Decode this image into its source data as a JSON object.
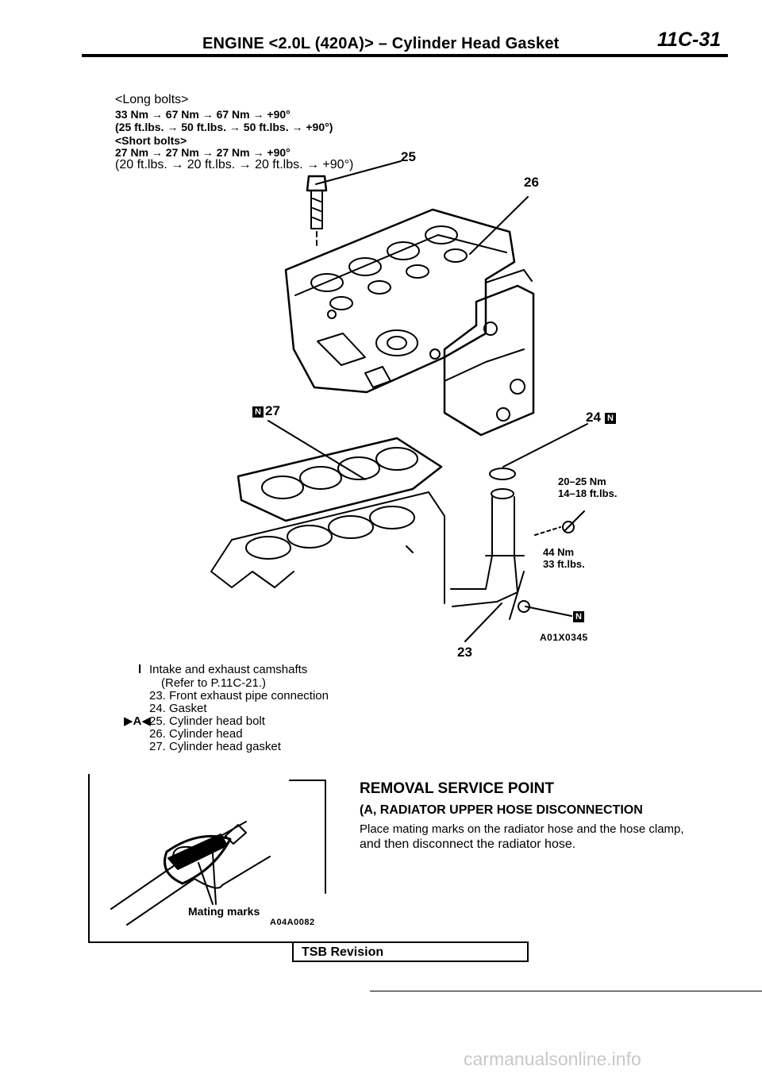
{
  "header": {
    "title": "ENGINE <2.0L (420A)> – Cylinder Head Gasket",
    "page_number": "11C-31"
  },
  "torque_specs": {
    "long_label": "<Long bolts>",
    "long_nm": "33 Nm → 67 Nm → 67 Nm → +90°",
    "long_ftlbs": "(25 ft.lbs. → 50 ft.lbs. → 50 ft.lbs. → +90°)",
    "short_label": "<Short bolts>",
    "short_nm": "27 Nm → 27 Nm → 27 Nm → +90°",
    "short_ftlbs": "(20 ft.lbs. → 20 ft.lbs. → 20 ft.lbs. → +90°)"
  },
  "callouts": {
    "c25": "25",
    "c26": "26",
    "c27": "27",
    "c24": "24",
    "c23": "23",
    "new_mark": "N"
  },
  "specs": {
    "pipe_torque_nm": "20–25 Nm",
    "pipe_torque_ft": "14–18 ft.lbs.",
    "bolt_torque_nm": "44 Nm",
    "bolt_torque_ft": "33 ft.lbs."
  },
  "figure_codes": {
    "main": "A01X0345",
    "detail": "A04A0082"
  },
  "legend": {
    "bullet": "l",
    "item_camshaft": "Intake and exhaust camshafts",
    "item_camshaft_ref": "(Refer to P.11C-21.)",
    "item_23": "23. Front exhaust pipe connection",
    "item_24": "24. Gasket",
    "item_25_marker": "▶A◀",
    "item_25": "25. Cylinder head bolt",
    "item_26": "26. Cylinder head",
    "item_27": "27. Cylinder head gasket"
  },
  "detail_figure": {
    "label": "Mating marks"
  },
  "service": {
    "heading": "REMOVAL SERVICE POINT",
    "subheading": "(A, RADIATOR UPPER HOSE DISCONNECTION",
    "body_line1": "Place mating marks on the radiator hose and the hose clamp,",
    "body_line2": "and then disconnect the radiator hose."
  },
  "footer": {
    "tsb": "TSB Revision",
    "watermark": "carmanualsonline.info"
  }
}
